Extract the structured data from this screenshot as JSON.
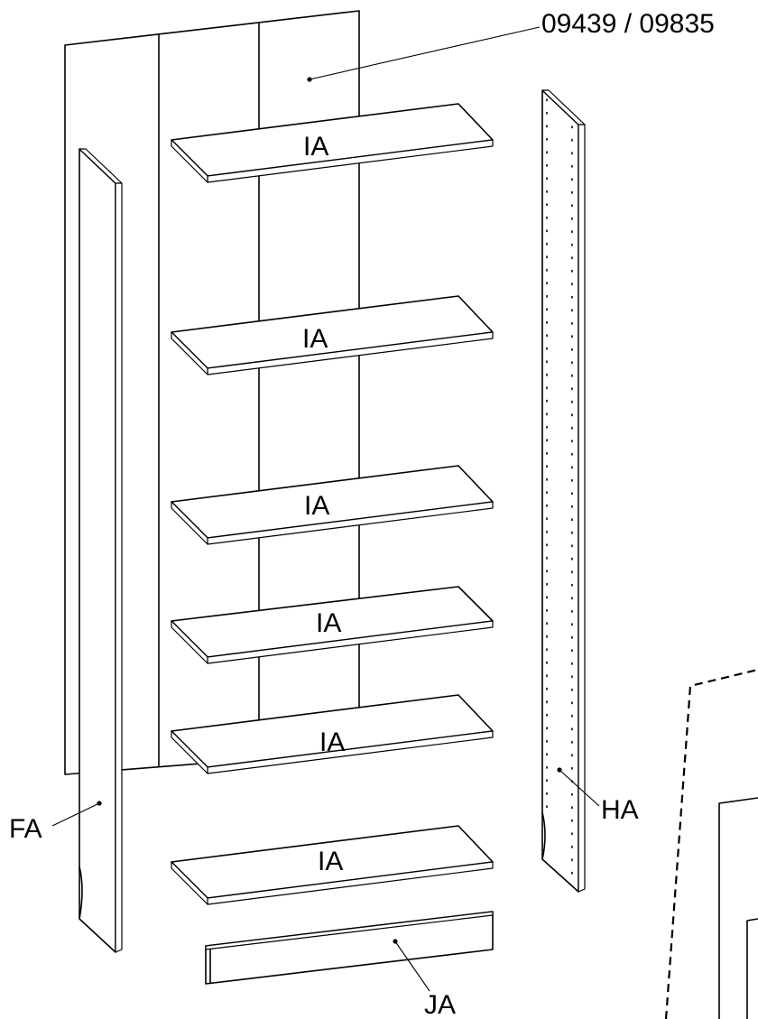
{
  "labels": {
    "back_panel": "09439 / 09835",
    "shelf": "IA",
    "left_side": "FA",
    "right_side": "HA",
    "plinth": "JA"
  }
}
